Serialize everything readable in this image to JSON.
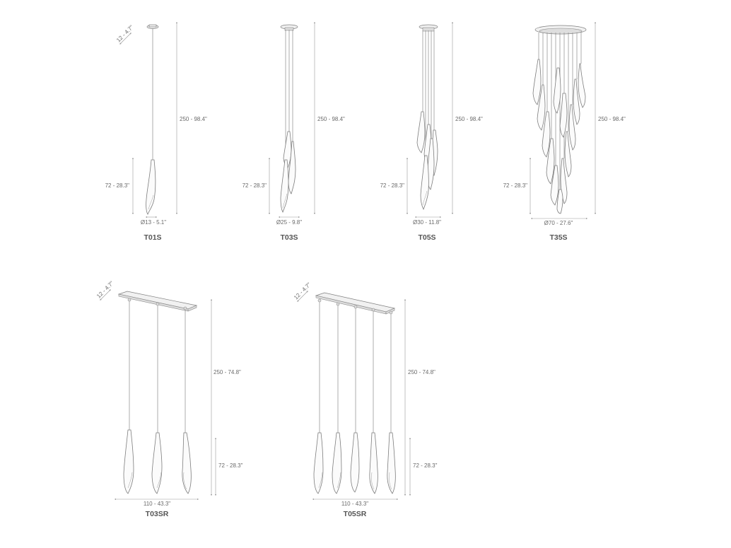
{
  "colors": {
    "line": "#8c8c8c",
    "dimension_line": "#9a9a9a",
    "label": "#555555"
  },
  "models": [
    {
      "id": "T01S",
      "label": "T01S",
      "canopy_dim": "12 - 4.7\"",
      "height_dim": "250 - 98.4\"",
      "shade_dim": "72 - 28.3\"",
      "width_dim": "Ø13 - 5.1\""
    },
    {
      "id": "T03S",
      "label": "T03S",
      "height_dim": "250 - 98.4\"",
      "shade_dim": "72 - 28.3\"",
      "width_dim": "Ø25 - 9.8\""
    },
    {
      "id": "T05S",
      "label": "T05S",
      "height_dim": "250 - 98.4\"",
      "shade_dim": "72 - 28.3\"",
      "width_dim": "Ø30 - 11.8\""
    },
    {
      "id": "T35S",
      "label": "T35S",
      "height_dim": "250 - 98.4\"",
      "shade_dim": "72 - 28.3\"",
      "width_dim": "Ø70 - 27.6\""
    },
    {
      "id": "T03SR",
      "label": "T03SR",
      "canopy_dim": "12 - 4.7\"",
      "height_dim": "250 - 74.8\"",
      "shade_dim": "72 - 28.3\"",
      "width_dim": "110 - 43.3\""
    },
    {
      "id": "T05SR",
      "label": "T05SR",
      "canopy_dim": "12 - 4.7\"",
      "height_dim": "250 - 74.8\"",
      "shade_dim": "72 - 28.3\"",
      "width_dim": "110 - 43.3\""
    }
  ]
}
